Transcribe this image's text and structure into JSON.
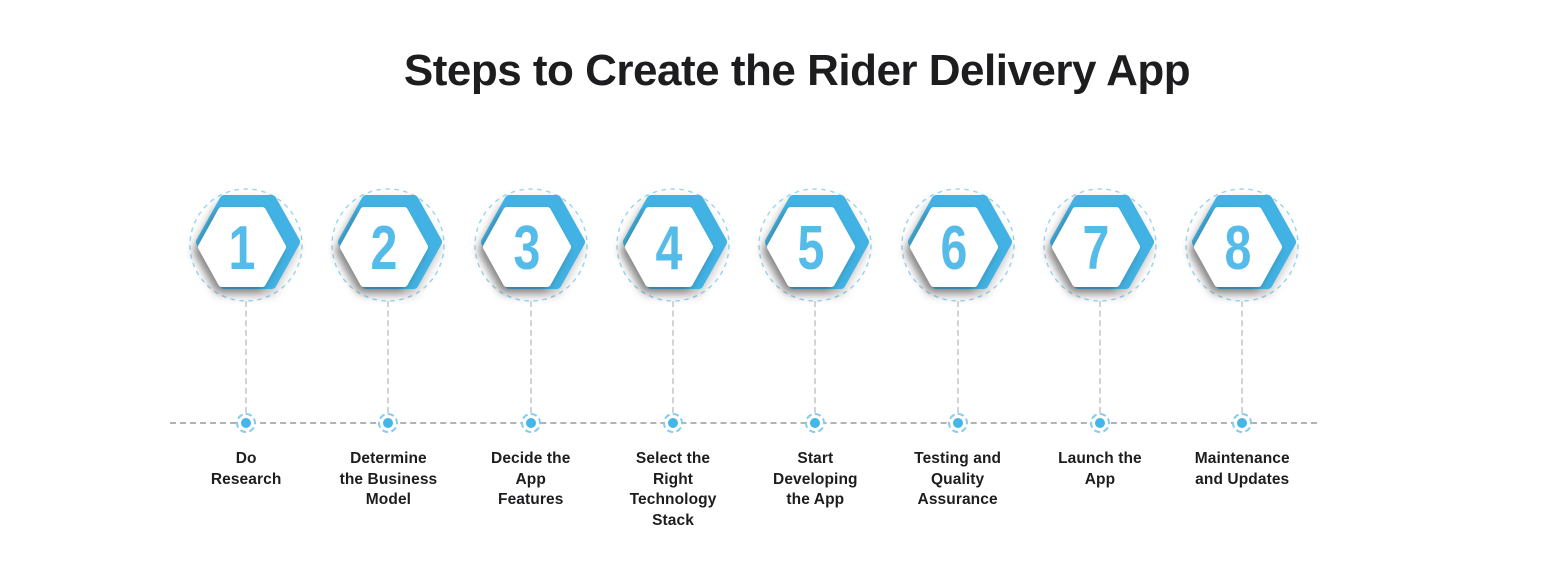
{
  "title": "Steps to Create the Rider Delivery App",
  "colors": {
    "accent": "#41B2E3",
    "number": "#55BCEA",
    "ring": "#9AD6F0",
    "dot": "#45B6E8",
    "dash": "#B3B3B3",
    "text": "#1D1D1F"
  },
  "steps": [
    {
      "number": "1",
      "label": "Do\nResearch"
    },
    {
      "number": "2",
      "label": "Determine\nthe Business\nModel"
    },
    {
      "number": "3",
      "label": "Decide the\nApp\nFeatures"
    },
    {
      "number": "4",
      "label": "Select the\nRight\nTechnology\nStack"
    },
    {
      "number": "5",
      "label": "Start\nDeveloping\nthe App"
    },
    {
      "number": "6",
      "label": "Testing and\nQuality\nAssurance"
    },
    {
      "number": "7",
      "label": "Launch the\nApp"
    },
    {
      "number": "8",
      "label": "Maintenance\nand Updates"
    }
  ]
}
